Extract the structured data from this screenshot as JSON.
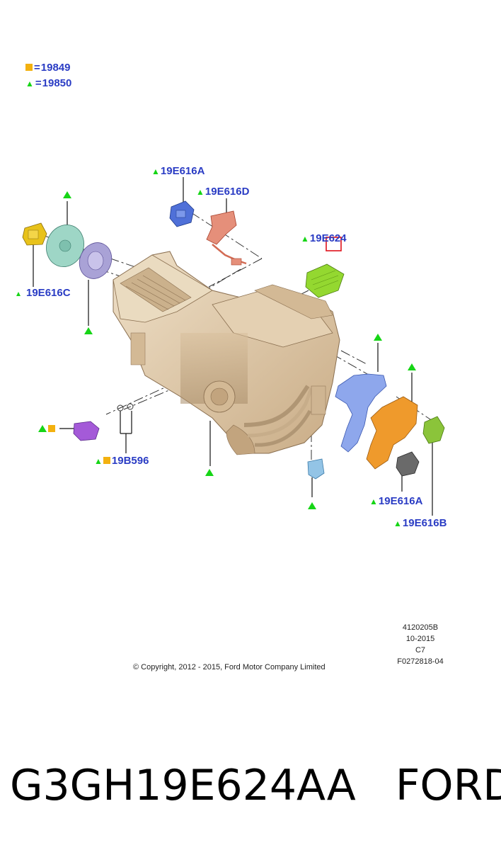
{
  "legend": {
    "square": {
      "code": "19849"
    },
    "triangle": {
      "code": "19850"
    }
  },
  "labels": {
    "c19e616a_top": "19E616A",
    "c19e616d": "19E616D",
    "c19e624": "19E624",
    "c19e616c": "19E616C",
    "c19b596": "19B596",
    "c19e616a_bottom": "19E616A",
    "c19e616b": "19E616B"
  },
  "metadata": {
    "line1": "4120205B",
    "line2": "10-2015",
    "line3": "C7",
    "line4": "F0272818-04"
  },
  "copyright": "© Copyright, 2012 - 2015, Ford Motor Company Limited",
  "part_number": "G3GH19E624AA",
  "brand": "FORD",
  "colors": {
    "label_blue": "#2a3cc4",
    "triangle_green": "#16d516",
    "square_orange": "#f3b10f",
    "highlight_red": "#e0101a",
    "housing_tan": "#d9c2a1"
  }
}
